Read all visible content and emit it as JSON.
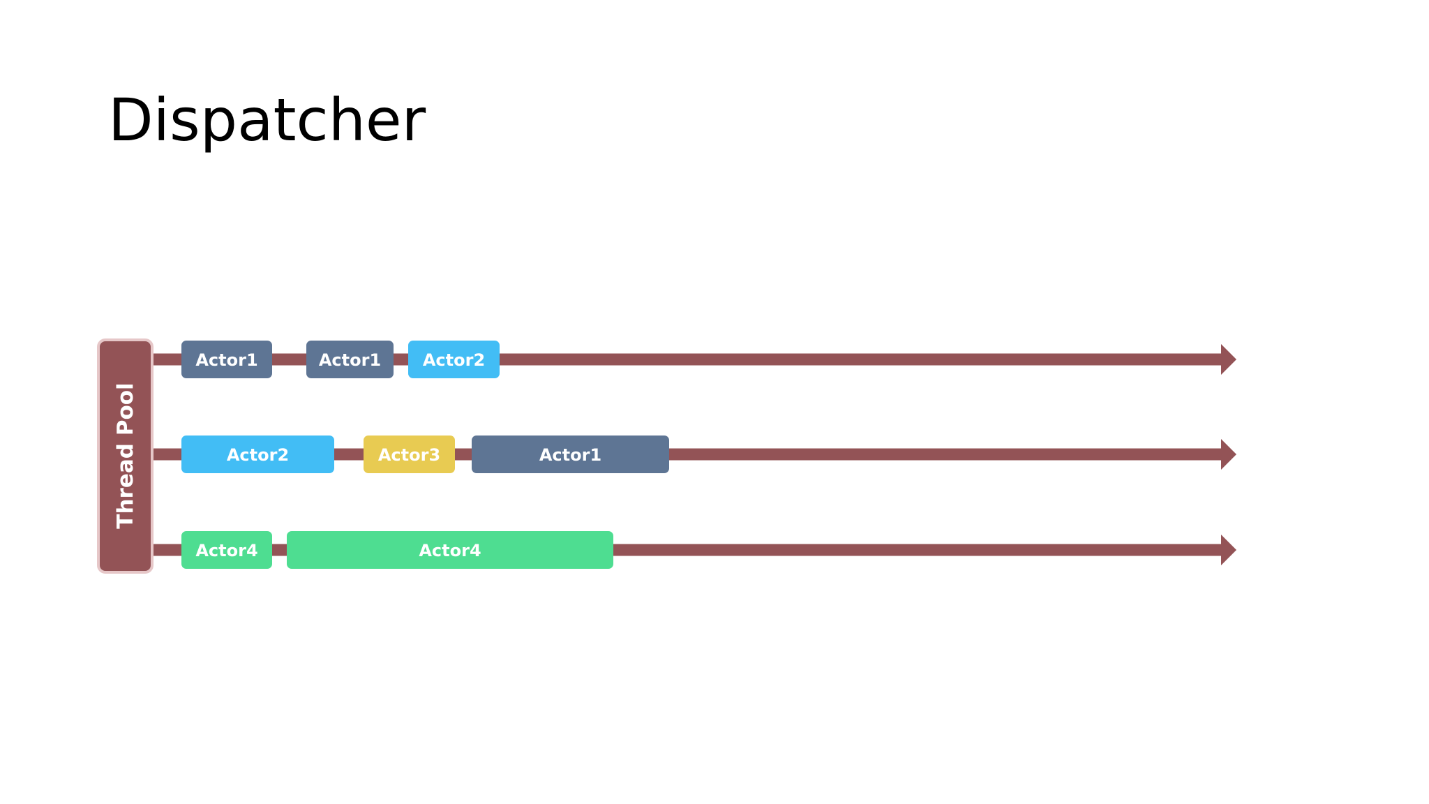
{
  "slide": {
    "title": "Dispatcher"
  },
  "diagram": {
    "pool": {
      "label": "Thread Pool",
      "fill": "#935356",
      "border": "#e6c7c8"
    },
    "thread_color": "#935356",
    "colors": {
      "actor1": "#5e7594",
      "actor2": "#42bdf5",
      "actor3": "#e8cb52",
      "actor4": "#4edd91"
    },
    "threads": [
      {
        "tasks": [
          {
            "label": "Actor1",
            "color_key": "actor1"
          },
          {
            "label": "Actor1",
            "color_key": "actor1"
          },
          {
            "label": "Actor2",
            "color_key": "actor2"
          }
        ]
      },
      {
        "tasks": [
          {
            "label": "Actor2",
            "color_key": "actor2"
          },
          {
            "label": "Actor3",
            "color_key": "actor3"
          },
          {
            "label": "Actor1",
            "color_key": "actor1"
          }
        ]
      },
      {
        "tasks": [
          {
            "label": "Actor4",
            "color_key": "actor4"
          },
          {
            "label": "Actor4",
            "color_key": "actor4"
          }
        ]
      }
    ]
  }
}
